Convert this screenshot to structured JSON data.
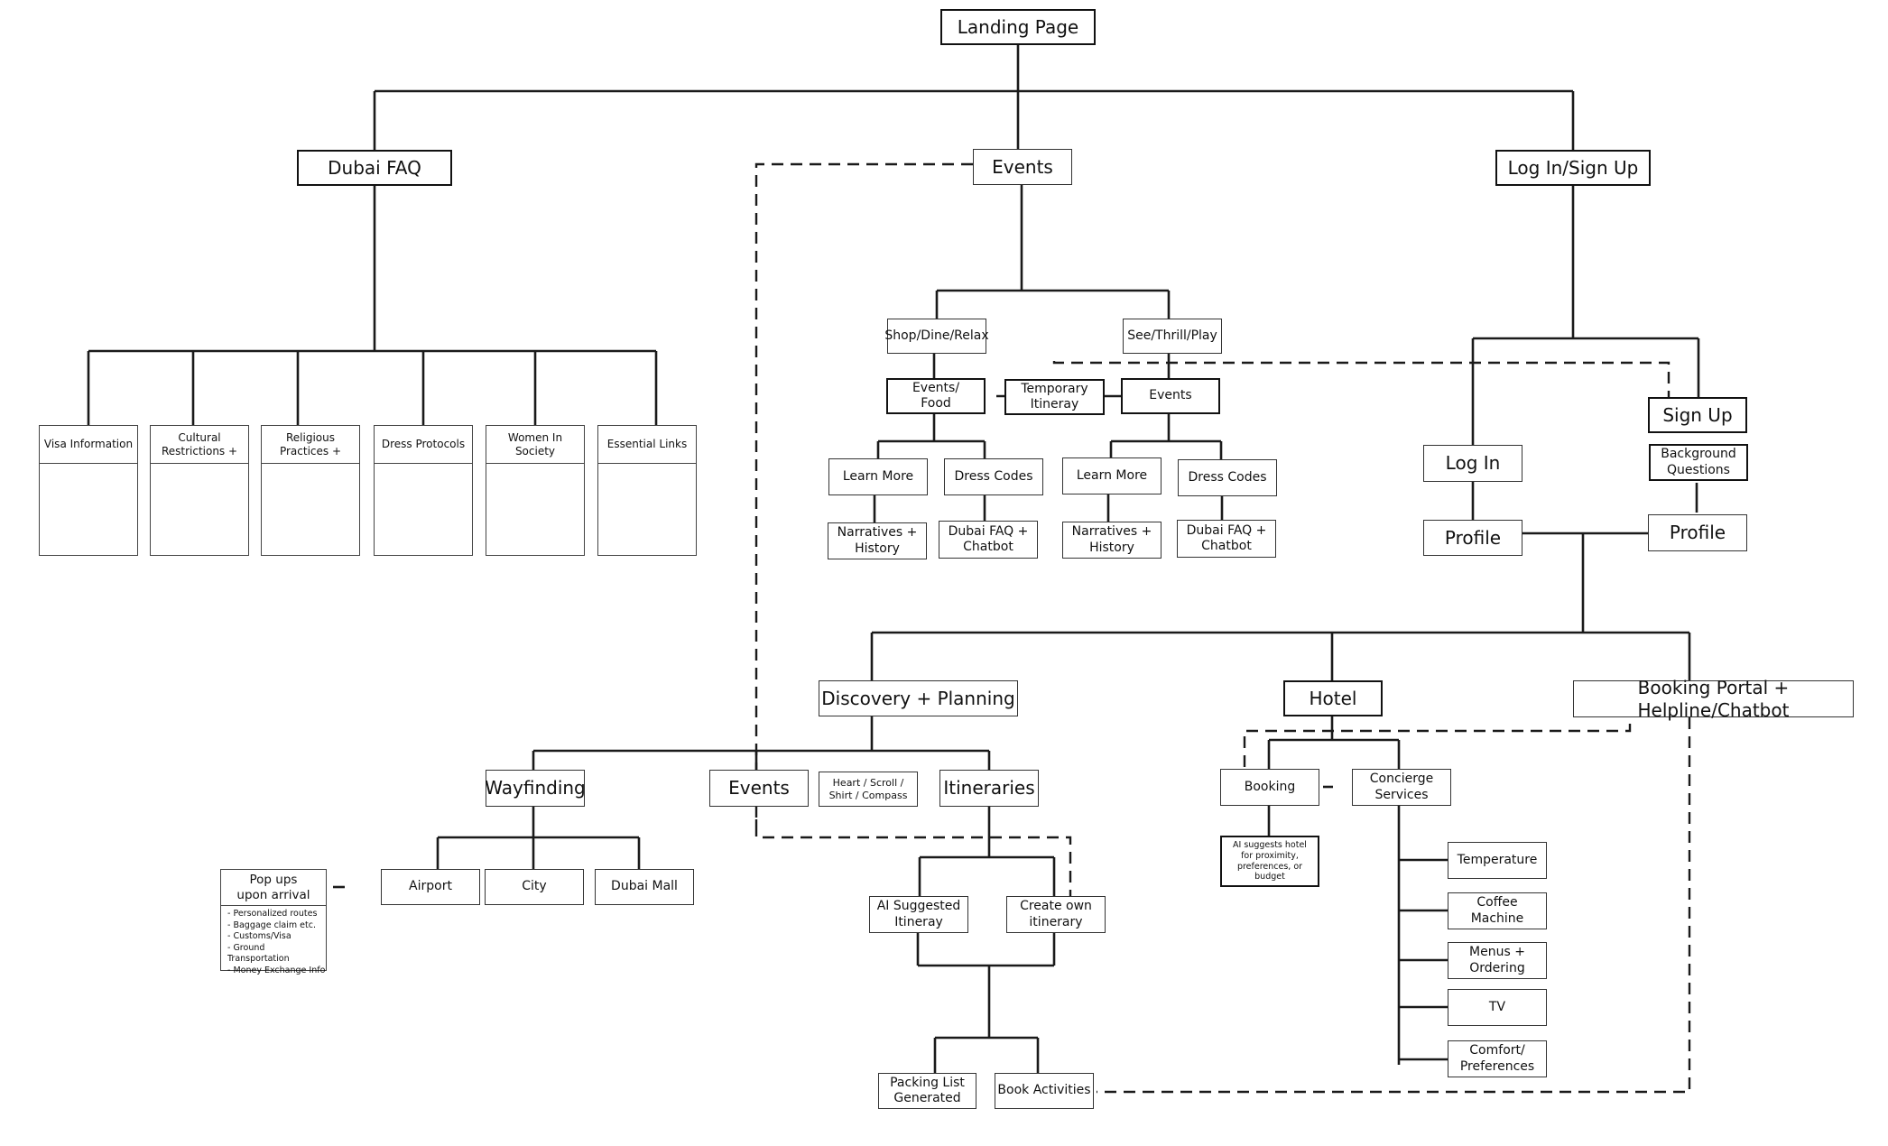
{
  "landing": "Landing Page",
  "faq": {
    "title": "Dubai FAQ",
    "items": [
      "Visa Information",
      "Cultural\nRestrictions +",
      "Religious\nPractices +",
      "Dress Protocols",
      "Women In\nSociety",
      "Essential Links"
    ]
  },
  "events": {
    "title": "Events",
    "shop": "Shop/Dine/Relax",
    "see": "See/Thrill/Play",
    "events_food": "Events/\nFood",
    "temp_itinerary": "Temporary\nItineray",
    "events_sub": "Events",
    "learn_more_1": "Learn More",
    "dress_codes_1": "Dress Codes",
    "narratives_1": "Narratives +\nHistory",
    "faq_chatbot_1": "Dubai FAQ +\nChatbot",
    "learn_more_2": "Learn More",
    "dress_codes_2": "Dress Codes",
    "narratives_2": "Narratives +\nHistory",
    "faq_chatbot_2": "Dubai FAQ +\nChatbot"
  },
  "auth": {
    "title": "Log In/Sign Up",
    "login": "Log In",
    "signup": "Sign Up",
    "background": "Background\nQuestions",
    "profile_login": "Profile",
    "profile_signup": "Profile"
  },
  "discovery": {
    "title": "Discovery + Planning",
    "wayfinding": "Wayfinding",
    "events": "Events",
    "heart": "Heart / Scroll /\nShirt / Compass",
    "itineraries": "Itineraries",
    "airport": "Airport",
    "city": "City",
    "mall": "Dubai Mall",
    "popup_title": "Pop ups\nupon arrival",
    "popup_items": [
      "- Personalized routes",
      "- Baggage claim  etc.",
      "- Customs/Visa",
      "- Ground Transportation",
      "- Money Exchange Info"
    ],
    "ai_itinerary": "AI Suggested\nItineray",
    "own_itinerary": "Create own\nitinerary",
    "packing": "Packing List\nGenerated",
    "book_activities": "Book Activities"
  },
  "hotel": {
    "title": "Hotel",
    "booking": "Booking",
    "concierge": "Concierge\nServices",
    "ai_hotel": "AI suggests hotel\nfor proximity,\npreferences, or\nbudget",
    "services": [
      "Temperature",
      "Coffee Machine",
      "Menus +\nOrdering",
      "TV",
      "Comfort/\nPreferences"
    ]
  },
  "booking_portal": "Booking Portal + Helpline/Chatbot"
}
